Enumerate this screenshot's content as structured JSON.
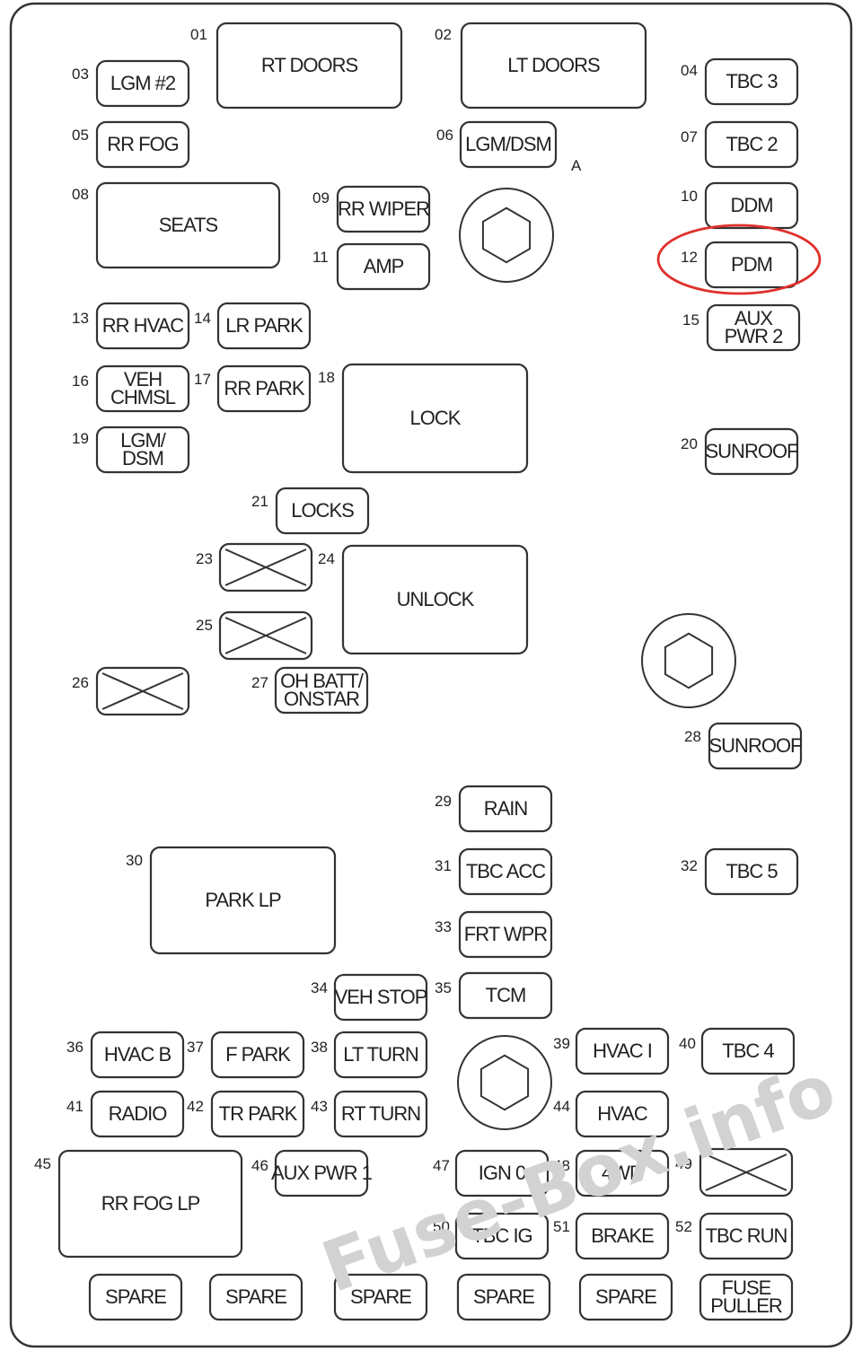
{
  "diagram": {
    "fuses": [
      {
        "num": "01",
        "label": "RT DOORS"
      },
      {
        "num": "02",
        "label": "LT DOORS"
      },
      {
        "num": "03",
        "label": "LGM #2"
      },
      {
        "num": "04",
        "label": "TBC 3"
      },
      {
        "num": "05",
        "label": "RR FOG"
      },
      {
        "num": "06",
        "label": "LGM/DSM"
      },
      {
        "num": "07",
        "label": "TBC 2"
      },
      {
        "num": "08",
        "label": "SEATS"
      },
      {
        "num": "09",
        "label": "RR WIPER"
      },
      {
        "num": "10",
        "label": "DDM"
      },
      {
        "num": "11",
        "label": "AMP"
      },
      {
        "num": "12",
        "label": "PDM"
      },
      {
        "num": "13",
        "label": "RR HVAC"
      },
      {
        "num": "14",
        "label": "LR PARK"
      },
      {
        "num": "15",
        "label": "AUX\nPWR 2"
      },
      {
        "num": "16",
        "label": "VEH\nCHMSL"
      },
      {
        "num": "17",
        "label": "RR PARK"
      },
      {
        "num": "18",
        "label": "LOCK"
      },
      {
        "num": "19",
        "label": "LGM/\nDSM"
      },
      {
        "num": "20",
        "label": "SUNROOF"
      },
      {
        "num": "21",
        "label": "LOCKS"
      },
      {
        "num": "23",
        "label": ""
      },
      {
        "num": "24",
        "label": "UNLOCK"
      },
      {
        "num": "25",
        "label": ""
      },
      {
        "num": "26",
        "label": ""
      },
      {
        "num": "27",
        "label": "OH BATT/\nONSTAR"
      },
      {
        "num": "28",
        "label": "SUNROOF"
      },
      {
        "num": "29",
        "label": "RAIN"
      },
      {
        "num": "30",
        "label": "PARK LP"
      },
      {
        "num": "31",
        "label": "TBC ACC"
      },
      {
        "num": "32",
        "label": "TBC 5"
      },
      {
        "num": "33",
        "label": "FRT WPR"
      },
      {
        "num": "34",
        "label": "VEH STOP"
      },
      {
        "num": "35",
        "label": "TCM"
      },
      {
        "num": "36",
        "label": "HVAC B"
      },
      {
        "num": "37",
        "label": "F PARK"
      },
      {
        "num": "38",
        "label": "LT TURN"
      },
      {
        "num": "39",
        "label": "HVAC I"
      },
      {
        "num": "40",
        "label": "TBC 4"
      },
      {
        "num": "41",
        "label": "RADIO"
      },
      {
        "num": "42",
        "label": "TR PARK"
      },
      {
        "num": "43",
        "label": "RT TURN"
      },
      {
        "num": "44",
        "label": "HVAC"
      },
      {
        "num": "45",
        "label": "RR FOG LP"
      },
      {
        "num": "46",
        "label": "AUX PWR 1"
      },
      {
        "num": "47",
        "label": "IGN 0"
      },
      {
        "num": "48",
        "label": "4WD"
      },
      {
        "num": "49",
        "label": ""
      },
      {
        "num": "50",
        "label": "TBC IG"
      },
      {
        "num": "51",
        "label": "BRAKE"
      },
      {
        "num": "52",
        "label": "TBC RUN"
      },
      {
        "num": "",
        "label": "SPARE"
      },
      {
        "num": "",
        "label": "SPARE"
      },
      {
        "num": "",
        "label": "SPARE"
      },
      {
        "num": "",
        "label": "SPARE"
      },
      {
        "num": "",
        "label": "SPARE"
      },
      {
        "num": "",
        "label": "FUSE\nPULLER"
      }
    ],
    "marker_a": "A",
    "highlighted": "12",
    "watermark": "Fuse-Box.info",
    "colors": {
      "highlight": "#e0302c",
      "line": "#333333",
      "watermark": "#d2d2d2"
    }
  }
}
